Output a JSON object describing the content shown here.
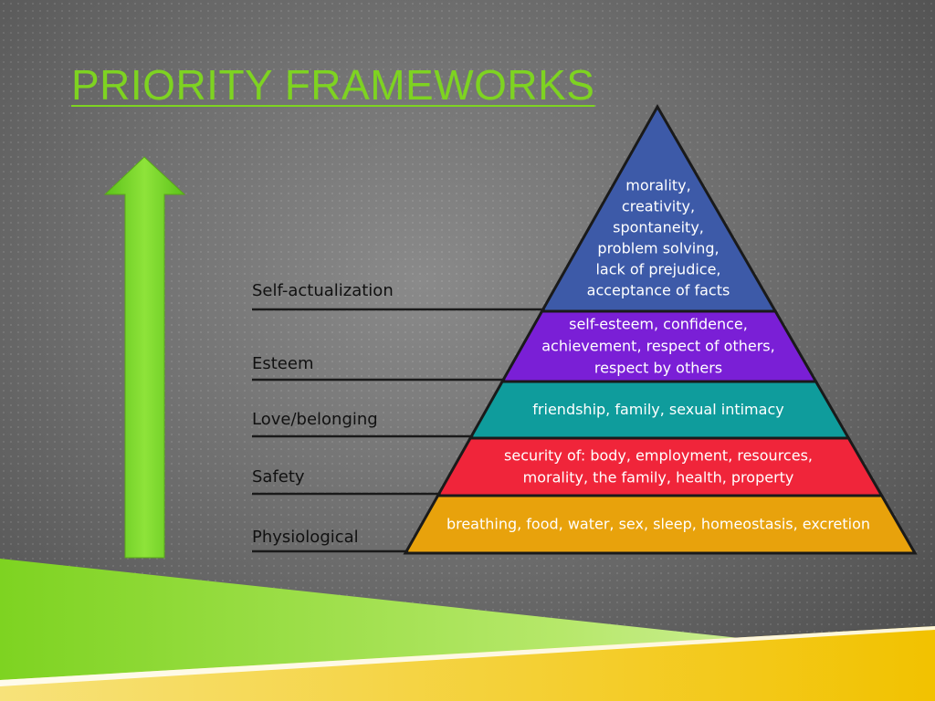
{
  "slide": {
    "title": "PRIORITY FRAMEWORKS"
  },
  "pyramid": {
    "levels": [
      {
        "label": "Self-actualization",
        "color": "#3d5aa8",
        "lines": [
          "morality,",
          "creativity,",
          "spontaneity,",
          "problem solving,",
          "lack of prejudice,",
          "acceptance of facts"
        ]
      },
      {
        "label": "Esteem",
        "color": "#7a1fd6",
        "lines": [
          "self-esteem, confidence,",
          "achievement, respect of others,",
          "respect by others"
        ]
      },
      {
        "label": "Love/belonging",
        "color": "#0f9c9c",
        "lines": [
          "friendship, family, sexual intimacy"
        ]
      },
      {
        "label": "Safety",
        "color": "#f0253a",
        "lines": [
          "security of: body, employment, resources,",
          "morality, the family, health, property"
        ]
      },
      {
        "label": "Physiological",
        "color": "#e8a20c",
        "lines": [
          "breathing, food, water, sex, sleep, homeostasis, excretion"
        ]
      }
    ]
  },
  "colors": {
    "title": "#7ed321",
    "arrow": "#7ed321"
  }
}
